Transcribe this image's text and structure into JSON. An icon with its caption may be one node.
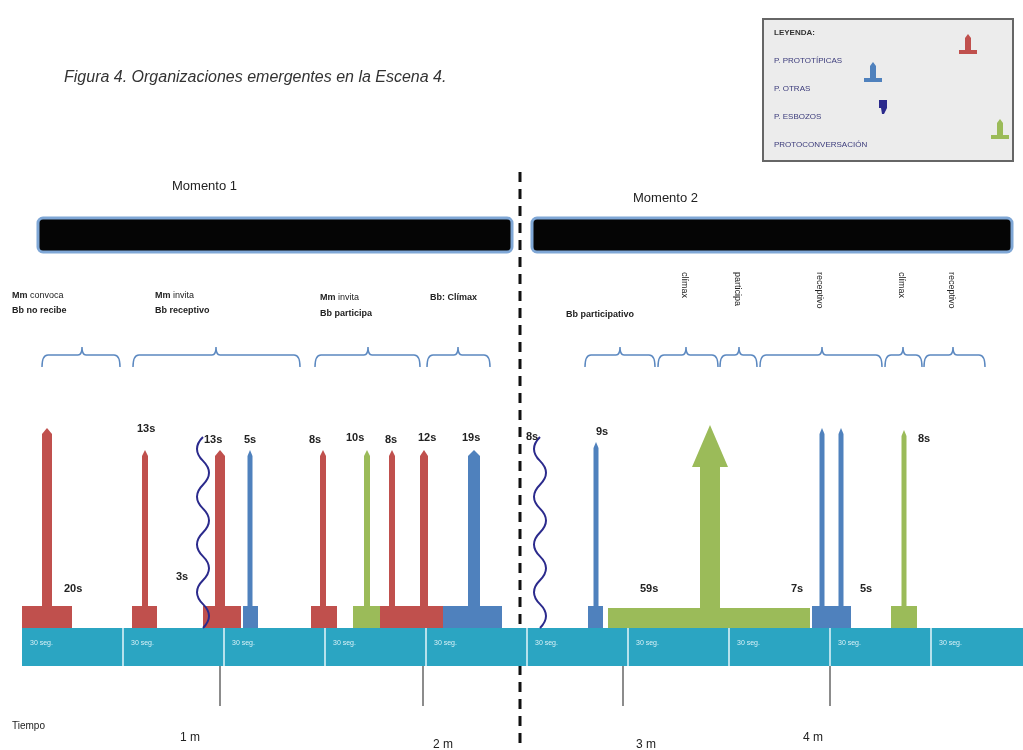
{
  "diagram": {
    "title": "Figura 4. Organizaciones emergentes en la Escena 4.",
    "nodes": [
      {
        "text": [],
        "shape": "bar"
      },
      {
        "text": [],
        "shape": "bar"
      }
    ],
    "labels": [
      "LEYENDA:",
      "Momento 1",
      "Momento 2",
      "**Mm** convoca",
      "Bb no recibe",
      "**Mm** invita",
      "Bb receptivo",
      "**Mm** invita",
      "Bb participa",
      "Bb: Clímax",
      "Bb participativo",
      "clímax",
      "participa",
      "receptivo",
      "clímax",
      "receptivo",
      "13s",
      "13s",
      "5s",
      "8s",
      "10s",
      "8s",
      "12s",
      "19s",
      "8s",
      "9s",
      "8s",
      "20s",
      "3s",
      "59s",
      "7s",
      "5s",
      "30 seg.",
      "30 seg.",
      "30 seg.",
      "30 seg.",
      "30 seg.",
      "30 seg.",
      "30 seg.",
      "30 seg.",
      "30 seg.",
      "30 seg.",
      "Tiempo",
      "1 m",
      "2 m",
      "3 m",
      "4 m"
    ],
    "legend": [
      {
        "text": "P. PROTOTÍPICAS"
      },
      {
        "text": "P. OTRAS"
      },
      {
        "text": "P. ESBOZOS"
      },
      {
        "text": "PROTOCONVERSACIÓN"
      }
    ]
  }
}
